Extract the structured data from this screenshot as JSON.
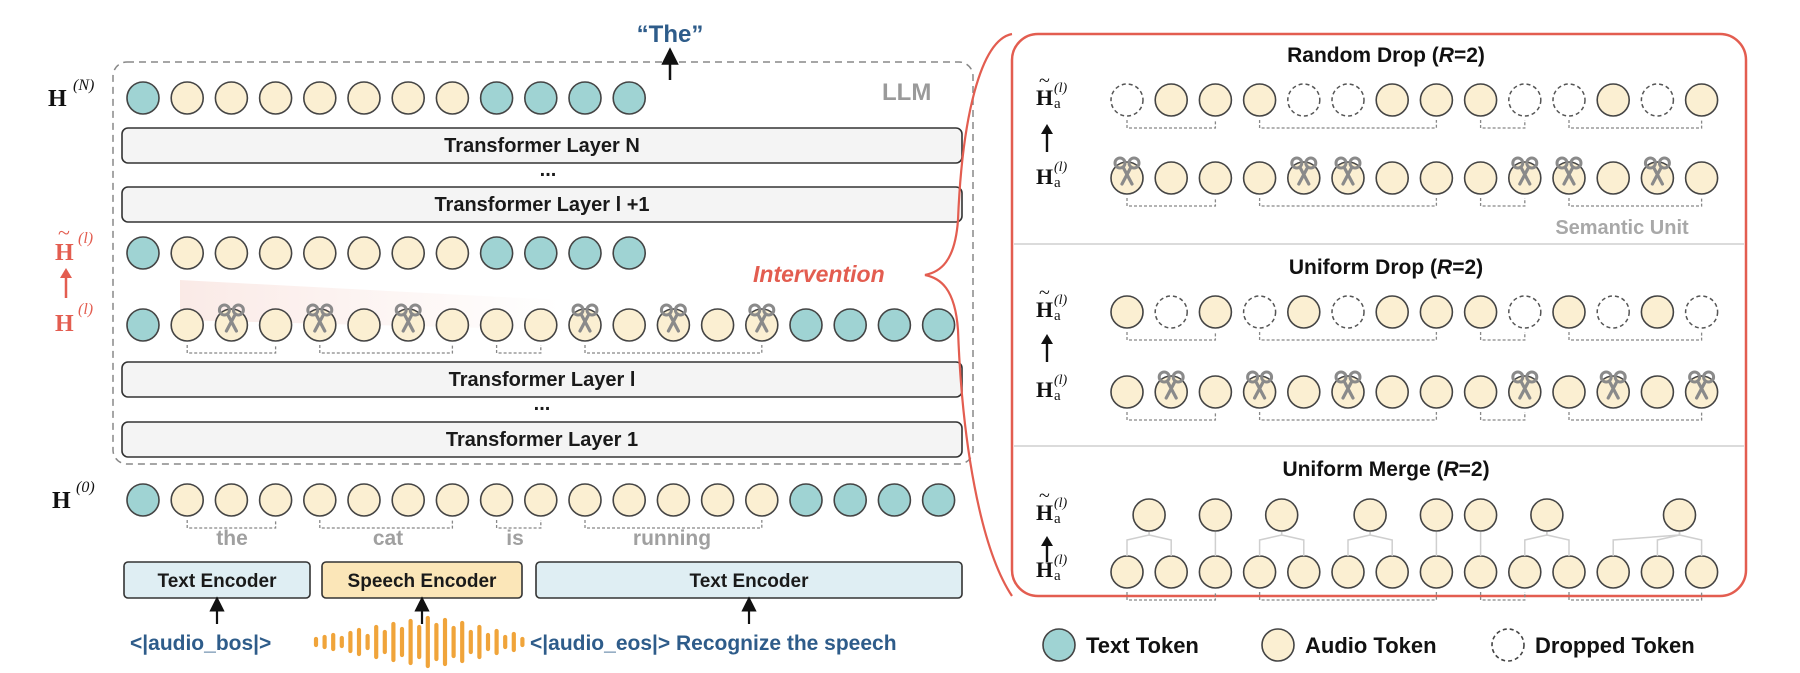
{
  "output_token": "“The”",
  "llm_label": "LLM",
  "layers": {
    "top": "Transformer Layer N",
    "top_ellipsis": "...",
    "upper": "Transformer Layer l +1",
    "mid": "Transformer Layer l",
    "mid_ellipsis": "...",
    "bottom": "Transformer Layer 1"
  },
  "left_labels": {
    "hN": "H",
    "hN_sup": "(N)",
    "htilde": "H",
    "htilde_sup": "(l)",
    "hl": "H",
    "hl_sup": "(l)",
    "h0": "H",
    "h0_sup": "(0)"
  },
  "words": [
    "the",
    "cat",
    "is",
    "running"
  ],
  "encoders": {
    "left": "Text Encoder",
    "middle": "Speech Encoder",
    "right": "Text Encoder"
  },
  "inputs": {
    "bos": "<|audio_bos|>",
    "eos": "<|audio_eos|> Recognize the speech"
  },
  "intervention_label": "Intervention",
  "panels": {
    "random": {
      "title_pre": "Random Drop (",
      "title_var": "R",
      "title_post": "=2)",
      "semantic_unit": "Semantic Unit"
    },
    "uniform_drop": {
      "title_pre": "Uniform Drop (",
      "title_var": "R",
      "title_post": "=2)"
    },
    "uniform_merge": {
      "title_pre": "Uniform Merge (",
      "title_var": "R",
      "title_post": "=2)"
    }
  },
  "panel_row_labels": {
    "h": "H",
    "sub": "a",
    "sup": "(l)"
  },
  "legend": {
    "text_token": "Text Token",
    "audio_token": "Audio Token",
    "dropped_token": "Dropped Token"
  },
  "colors": {
    "text_token": "#9fd3d3",
    "audio_token": "#fbefd2",
    "accent_red": "#e35d50",
    "label_blue": "#2e5c8a",
    "speech_encoder": "#fbe6b8",
    "text_encoder": "#dfeef3"
  }
}
